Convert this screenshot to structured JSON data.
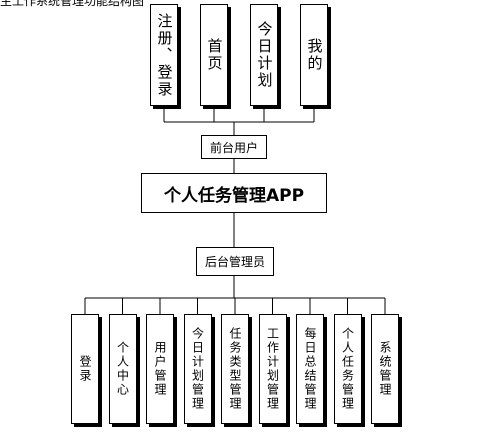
{
  "diagram": {
    "clipped_caption": "主工作系统管理功能结构图",
    "title": "个人任务管理APP",
    "frontend": {
      "label": "前台用户",
      "modules": [
        "注册、登录",
        "首页",
        "今日计划",
        "我的"
      ]
    },
    "backend": {
      "label": "后台管理员",
      "modules": [
        "登录",
        "个人中心",
        "用户管理",
        "今日计划管理",
        "任务类型管理",
        "工作计划管理",
        "每日总结管理",
        "个人任务管理",
        "系统管理"
      ]
    }
  }
}
